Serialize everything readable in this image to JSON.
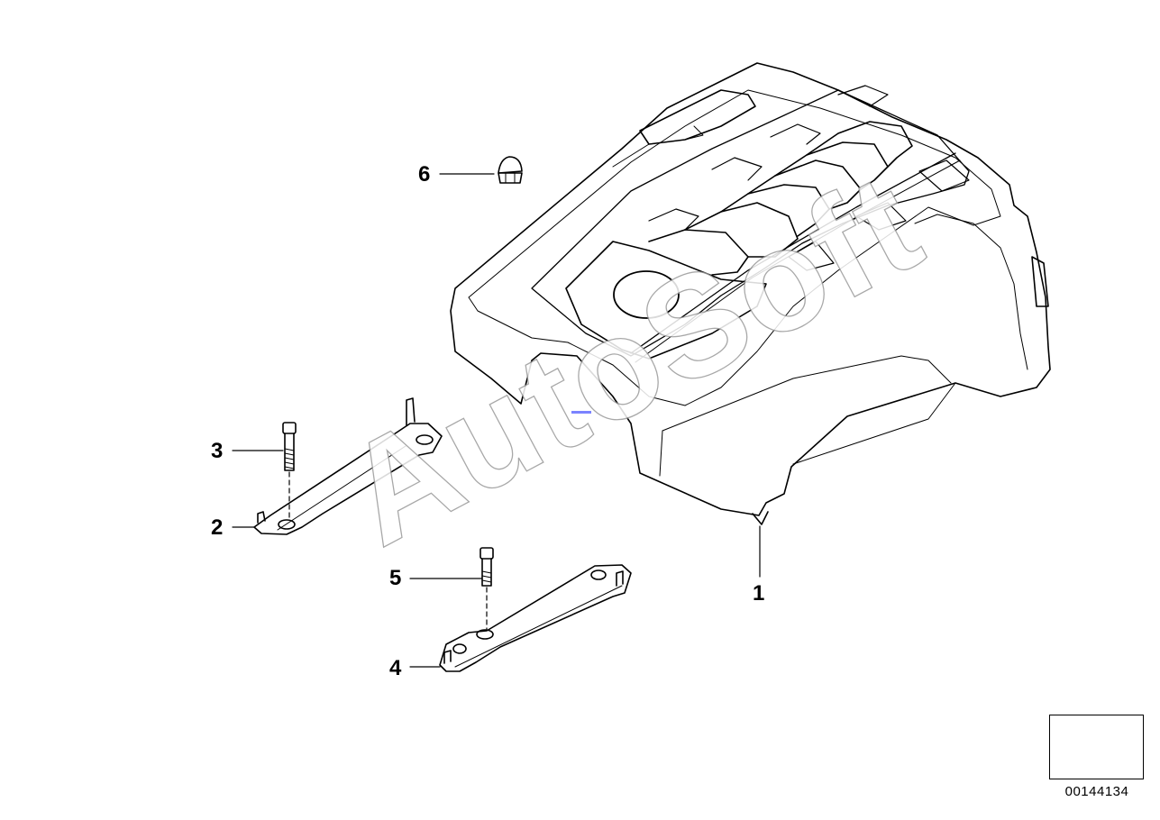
{
  "diagram": {
    "callouts": [
      {
        "id": "c1",
        "label": "1"
      },
      {
        "id": "c2",
        "label": "2"
      },
      {
        "id": "c3",
        "label": "3"
      },
      {
        "id": "c4",
        "label": "4"
      },
      {
        "id": "c5",
        "label": "5"
      },
      {
        "id": "c6",
        "label": "6"
      }
    ],
    "watermark": "AutoSoft",
    "reference_number": "00144134",
    "reference_icon": "direction-arrow-icon",
    "colors": {
      "line": "#000000",
      "watermark": "#9a9a9a",
      "background": "#ffffff"
    }
  }
}
